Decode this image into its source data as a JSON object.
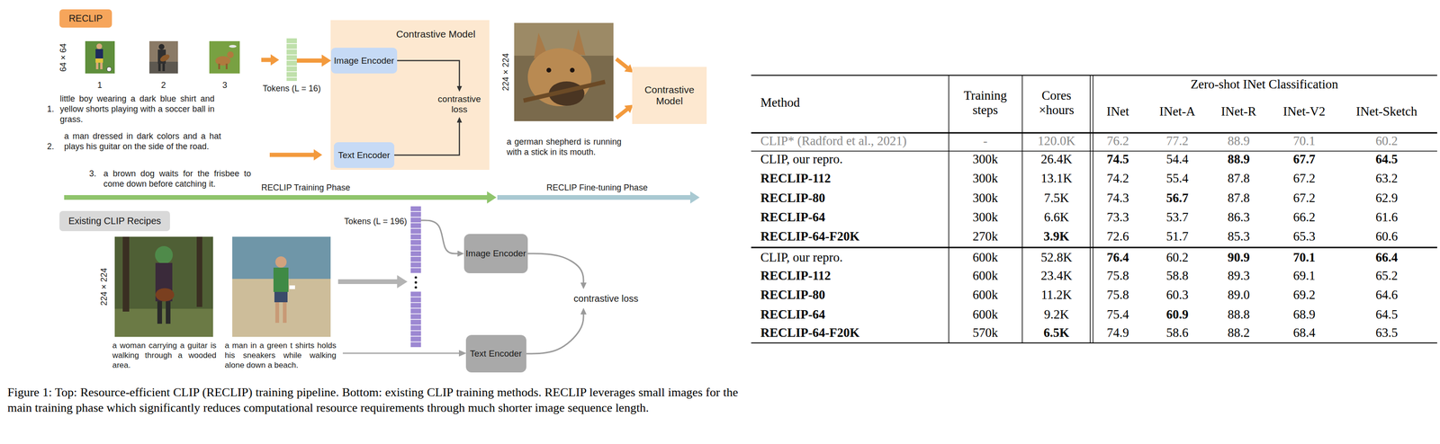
{
  "diagram": {
    "caption": "Figure 1: Top: Resource-efficient CLIP (RECLIP) training pipeline. Bottom: existing CLIP training methods. RECLIP leverages small images for the main training phase which significantly reduces computational resource requirements through much shorter image sequence length.",
    "nodes": [
      {
        "text": [
          "RECLIP"
        ]
      },
      {
        "text": [
          "Tokens (L = 16)"
        ]
      },
      {
        "text": [
          "Contrastive Model"
        ]
      },
      {
        "text": [
          "Image Encoder"
        ],
        "in": 2
      },
      {
        "text": [
          "Text Encoder"
        ],
        "in": 2
      },
      {
        "text": [
          "contrastive loss"
        ],
        "in": 2
      },
      {
        "text": [
          "Contrastive Model"
        ]
      },
      {
        "text": [
          "Existing CLIP Recipes"
        ]
      },
      {
        "text": [
          "Tokens (L = 196)"
        ]
      },
      {
        "text": [
          "Image Encoder"
        ]
      },
      {
        "text": [
          "Text Encoder"
        ]
      },
      {
        "text": [
          "contrastive loss"
        ]
      }
    ],
    "edges": [
      {
        "from": 1,
        "to": 3,
        "arrow": "to"
      },
      {
        "from": 3,
        "to": 5,
        "arrow": "to"
      },
      {
        "from": 4,
        "to": 5,
        "arrow": "to"
      },
      {
        "from": 8,
        "to": 9,
        "arrow": "to"
      },
      {
        "from": 9,
        "to": 11,
        "arrow": "to"
      },
      {
        "from": 10,
        "to": 11,
        "arrow": "to"
      }
    ],
    "labels": [
      "64 × 64",
      "1",
      "2",
      "3",
      "1.",
      "little boy wearing a dark blue shirt and yellow shorts playing with a soccer ball in grass.",
      "2.",
      "a man dressed in dark colors and a hat plays his guitar on the side of the road.",
      "3.",
      "a brown dog waits for the frisbee to come down before catching it.",
      "224 × 224",
      "a german shepherd is running with a stick in its mouth.",
      "RECLIP Training Phase",
      "RECLIP Fine-tuning Phase",
      "224 × 224",
      "a woman carrying a guitar is walking through a wooded area.",
      "a man in a green t shirts holds his sneakers while walking alone down a beach.",
      "Method",
      "Training steps",
      "Cores ×hours",
      "Zero-shot INet Classification",
      "INet",
      "INet-A",
      "INet-R",
      "INet-V2",
      "INet-Sketch",
      "CLIP* (Radford et al., 2021)",
      "-",
      "120.0K",
      "76.2",
      "77.2",
      "88.9",
      "70.1",
      "60.2",
      "CLIP, our repro.",
      "300k",
      "26.4K",
      "74.5",
      "54.4",
      "88.9",
      "67.7",
      "64.5",
      "RECLIP-112",
      "300k",
      "13.1K",
      "74.2",
      "55.4",
      "87.8",
      "67.2",
      "63.2",
      "RECLIP-80",
      "300k",
      "7.5K",
      "74.3",
      "56.7",
      "87.8",
      "67.2",
      "62.9",
      "RECLIP-64",
      "300k",
      "6.6K",
      "73.3",
      "53.7",
      "86.3",
      "66.2",
      "61.6",
      "RECLIP-64-F20K",
      "270k",
      "3.9K",
      "72.6",
      "51.7",
      "85.3",
      "65.3",
      "60.6",
      "CLIP, our repro.",
      "600k",
      "52.8K",
      "76.4",
      "60.2",
      "90.9",
      "70.1",
      "66.4",
      "RECLIP-112",
      "600k",
      "23.4K",
      "75.8",
      "58.8",
      "89.3",
      "69.1",
      "65.2",
      "RECLIP-80",
      "600k",
      "11.2K",
      "75.8",
      "60.3",
      "89.0",
      "69.2",
      "64.6",
      "RECLIP-64",
      "600k",
      "9.2K",
      "75.4",
      "60.9",
      "88.8",
      "68.9",
      "64.5",
      "RECLIP-64-F20K",
      "570k",
      "6.5K",
      "74.9",
      "58.6",
      "88.2",
      "68.4",
      "63.5"
    ]
  }
}
